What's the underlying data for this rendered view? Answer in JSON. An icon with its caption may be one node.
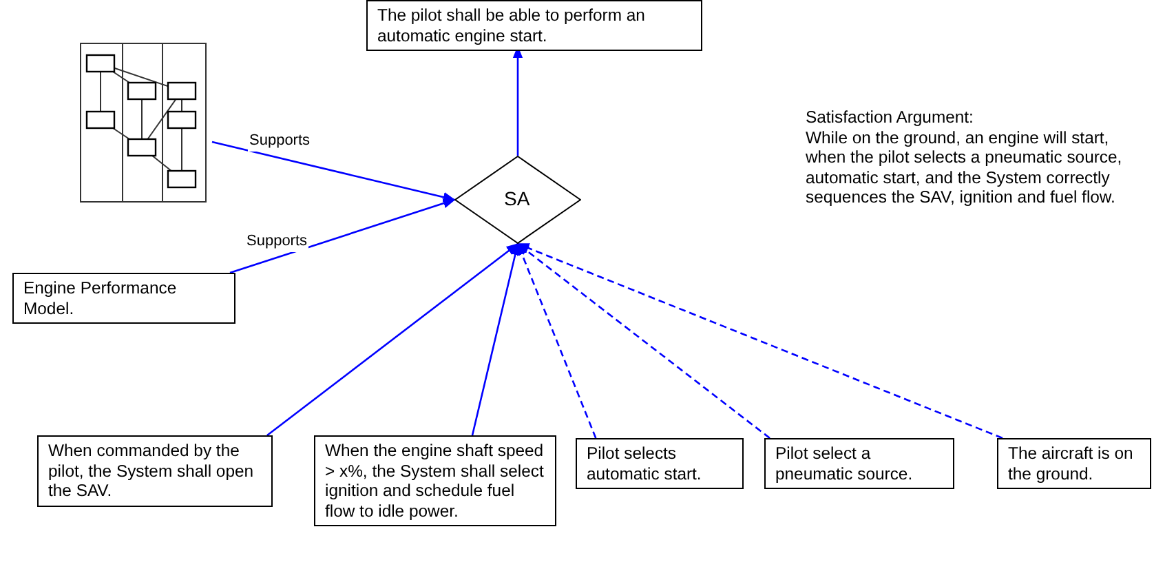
{
  "diagram": {
    "nodes": [
      {
        "text": [
          "The pilot shall be able to perform an automatic engine start."
        ]
      },
      {
        "text": [],
        "shape": "picture"
      },
      {
        "text": [
          "SA"
        ]
      },
      {
        "text": [
          "Engine Performance Model."
        ]
      },
      {
        "text": [
          "When commanded by the pilot, the System shall open the SAV."
        ]
      },
      {
        "text": [
          "When the engine shaft speed > x%, the System shall select ignition and schedule fuel flow to idle power."
        ]
      },
      {
        "text": [
          "Pilot selects automatic start."
        ]
      },
      {
        "text": [
          "Pilot select a pneumatic source."
        ]
      },
      {
        "text": [
          "The aircraft is on the ground."
        ]
      }
    ],
    "edges": [
      {
        "from": 2,
        "to": 0,
        "arrow": "to"
      },
      {
        "from": 1,
        "to": 2,
        "arrow": "to",
        "label": "Supports"
      },
      {
        "from": 3,
        "to": 2,
        "arrow": "to",
        "label": "Supports"
      },
      {
        "from": 4,
        "to": 2,
        "arrow": "to"
      },
      {
        "from": 5,
        "to": 2,
        "arrow": "to"
      },
      {
        "from": 6,
        "to": 2,
        "arrow": "to",
        "style": "dashed"
      },
      {
        "from": 7,
        "to": 2,
        "arrow": "to",
        "style": "dashed"
      },
      {
        "from": 8,
        "to": 2,
        "arrow": "to",
        "style": "dashed"
      }
    ],
    "labels": [
      "Satisfaction Argument:",
      "While on the ground, an engine will start, when the pilot selects a pneumatic source, automatic start, and the System correctly sequences the SAV, ignition and fuel flow."
    ]
  }
}
